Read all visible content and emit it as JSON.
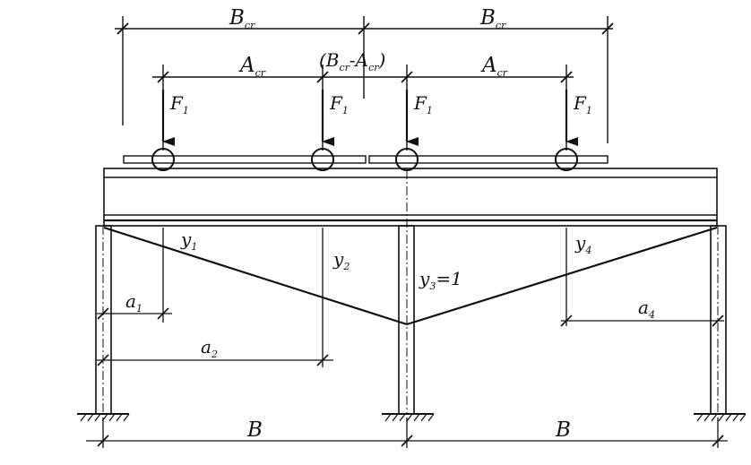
{
  "labels": {
    "b_cr_left": "B",
    "b_cr_left_sub": "cr",
    "b_cr_right": "B",
    "b_cr_right_sub": "cr",
    "a_cr_left": "A",
    "a_cr_left_sub": "cr",
    "a_cr_right": "A",
    "a_cr_right_sub": "cr",
    "diff_open": "(B",
    "diff_sub1": "cr",
    "diff_mid": "-A",
    "diff_sub2": "cr",
    "diff_close": ")",
    "force_1": "F",
    "force_1_sub": "1",
    "force_2": "F",
    "force_2_sub": "1",
    "force_3": "F",
    "force_3_sub": "1",
    "force_4": "F",
    "force_4_sub": "1",
    "y1": "y",
    "y1_sub": "1",
    "y2": "y",
    "y2_sub": "2",
    "y3": "y",
    "y3_sub": "3",
    "y3_eq": "=1",
    "y4": "y",
    "y4_sub": "4",
    "a1": "a",
    "a1_sub": "1",
    "a2": "a",
    "a2_sub": "2",
    "a4": "a",
    "a4_sub": "4",
    "b_left": "B",
    "b_right": "B"
  },
  "colors": {
    "ink": "#111111",
    "background": "#ffffff"
  }
}
